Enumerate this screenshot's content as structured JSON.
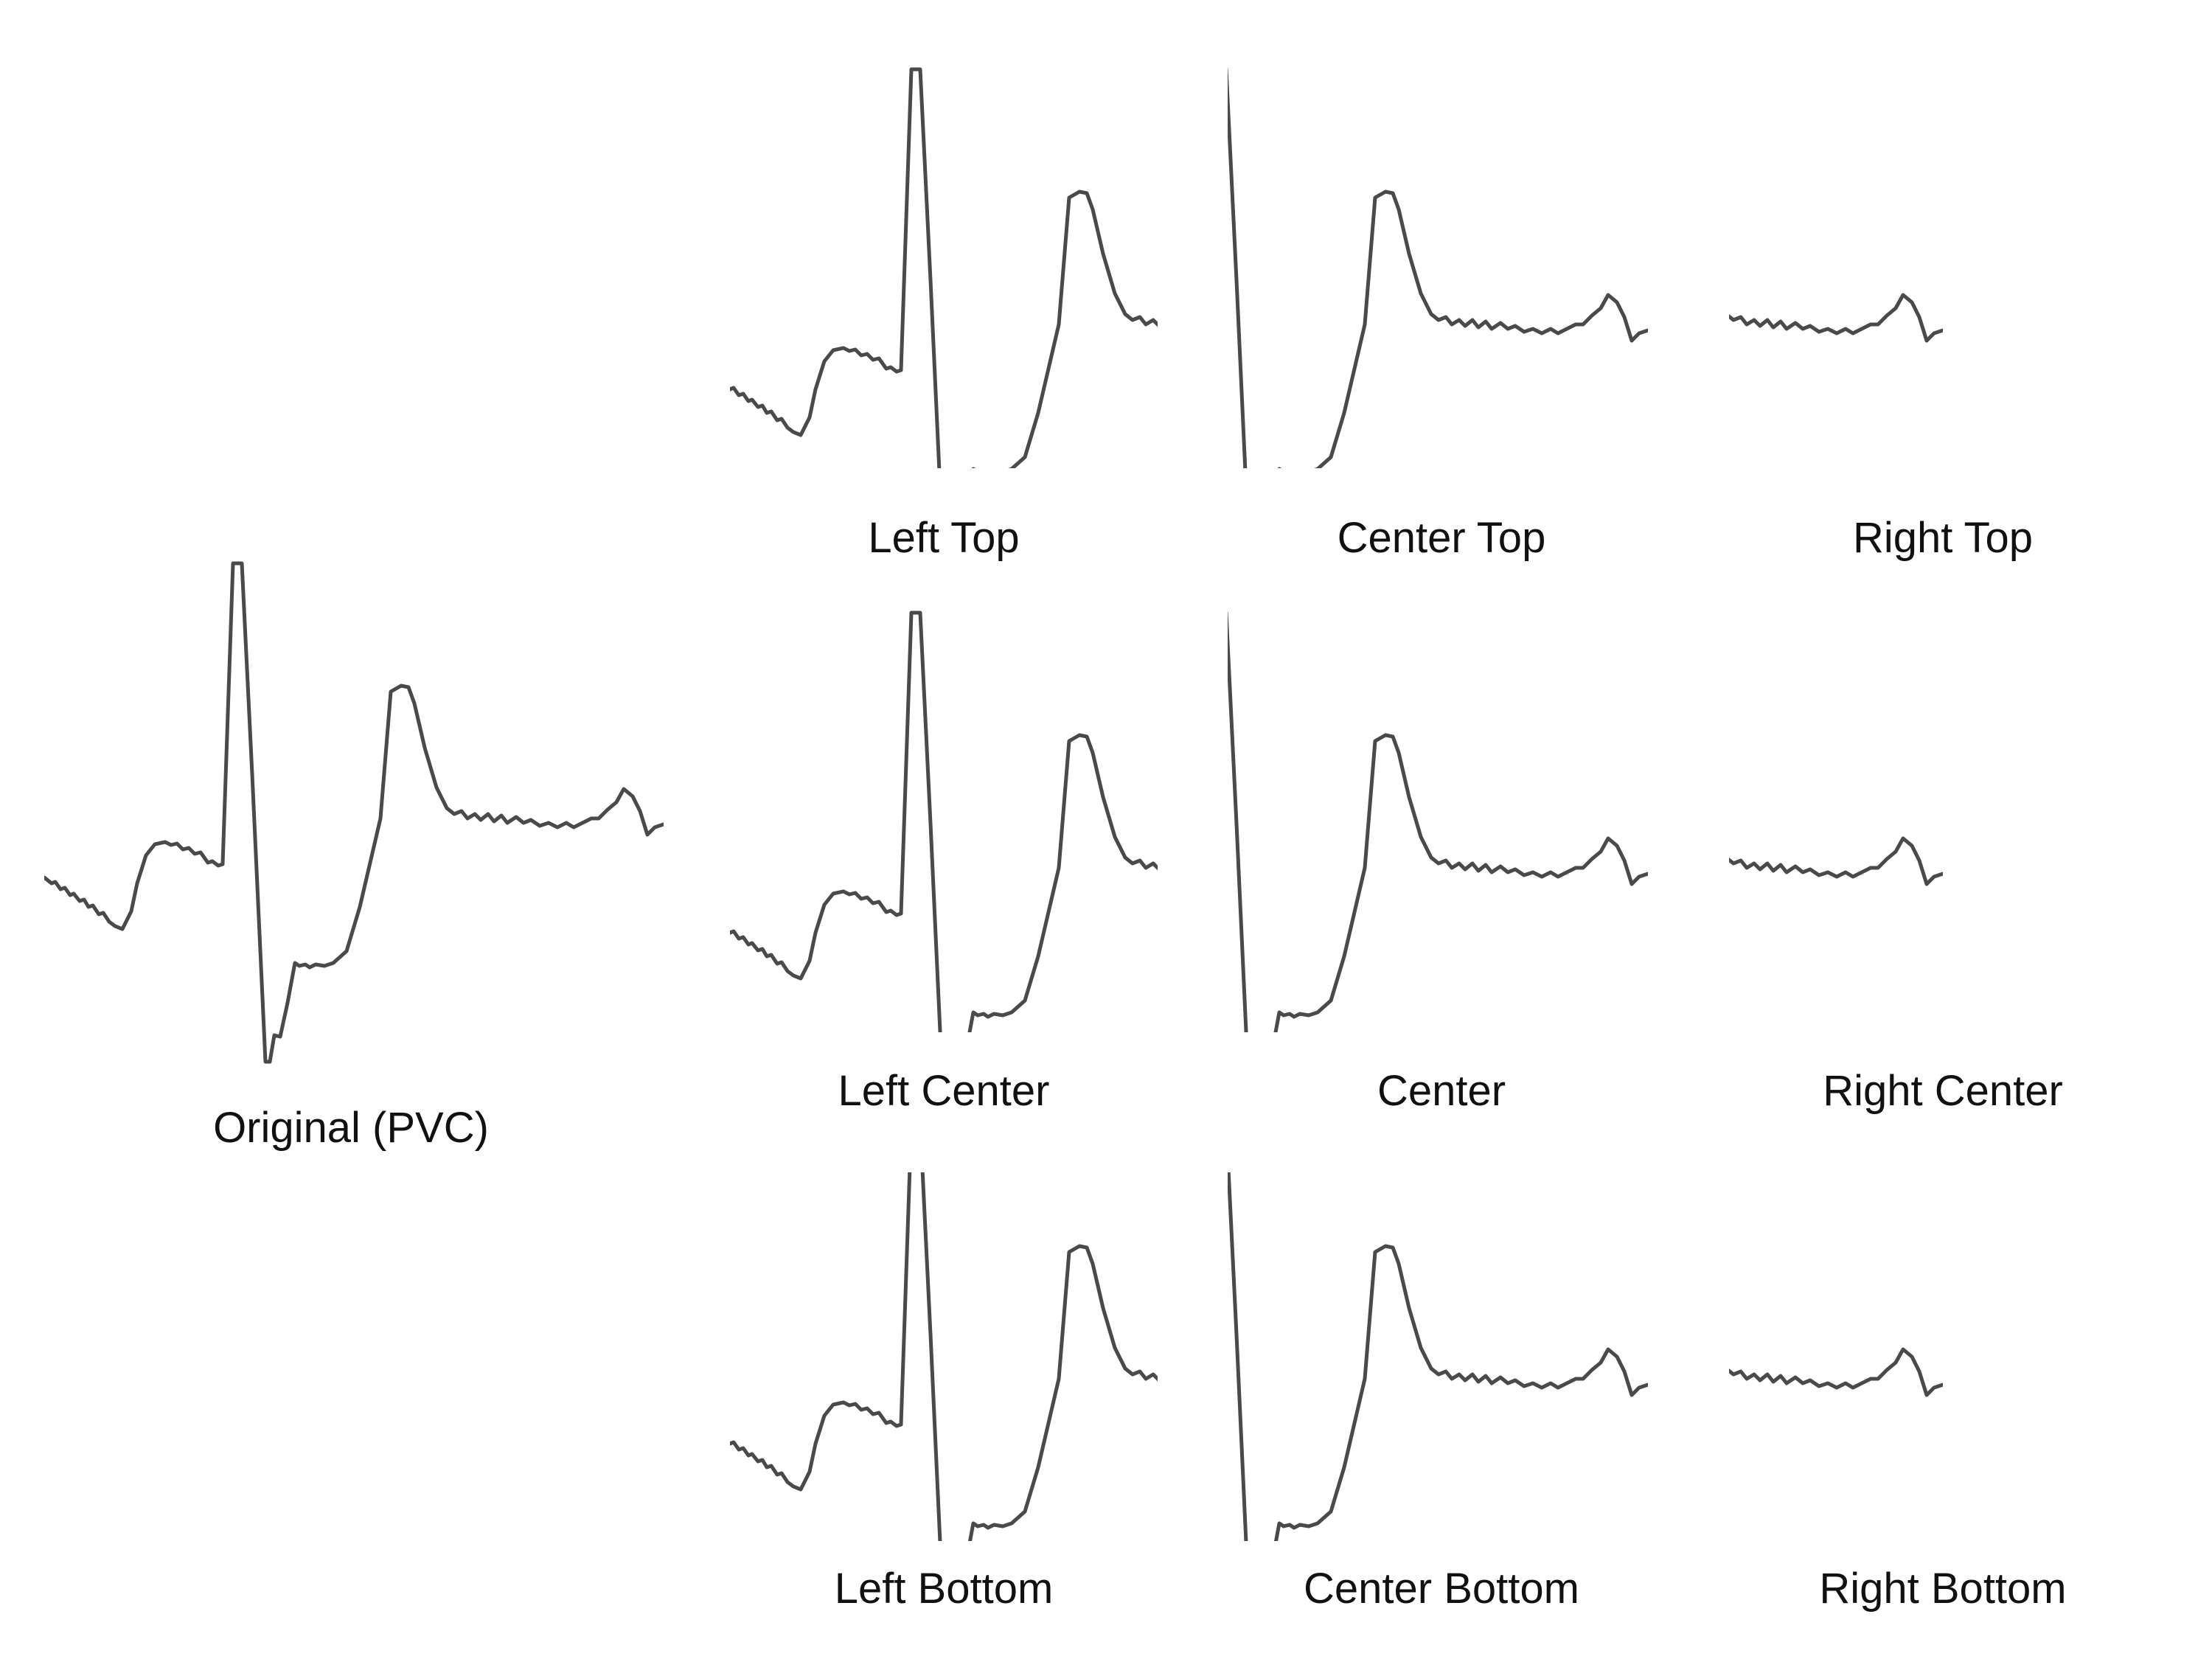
{
  "colors": {
    "background": "#ffffff",
    "waveform": "#4a4a4a",
    "text": "#111111"
  },
  "original": {
    "caption": "Original (PVC)"
  },
  "crops": [
    {
      "id": "left-top",
      "caption": "Left Top"
    },
    {
      "id": "center-top",
      "caption": "Center Top"
    },
    {
      "id": "right-top",
      "caption": "Right Top"
    },
    {
      "id": "left-center",
      "caption": "Left Center"
    },
    {
      "id": "center",
      "caption": "Center"
    },
    {
      "id": "right-center",
      "caption": "Right Center"
    },
    {
      "id": "left-bottom",
      "caption": "Left Bottom"
    },
    {
      "id": "center-bottom",
      "caption": "Center Bottom"
    },
    {
      "id": "right-bottom",
      "caption": "Right Bottom"
    }
  ]
}
